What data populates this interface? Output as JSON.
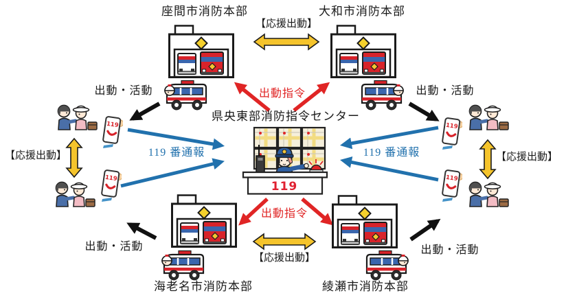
{
  "center": {
    "label": "県央東部消防指令センター",
    "desk_number": "119"
  },
  "stations": {
    "top_left": {
      "label": "座間市消防本部"
    },
    "top_right": {
      "label": "大和市消防本部"
    },
    "bottom_left": {
      "label": "海老名市消防本部"
    },
    "bottom_right": {
      "label": "綾瀬市消防本部"
    }
  },
  "labels": {
    "mutual_aid": "【応援出動】",
    "call_119": "119 番通報",
    "dispatch_order": "出動指令",
    "dispatch_activity": "出動・活動"
  },
  "phone": {
    "number": "119"
  },
  "colors": {
    "call_arrow_blue": "#2171ad",
    "order_arrow_red": "#e02525",
    "aid_arrow_yellow": "#f5c42c",
    "activity_arrow_black": "#111111",
    "truck_red": "#d8232a",
    "band_blue": "#3a66ae",
    "emblem_yellow": "#f5d02c"
  },
  "icons": {
    "fire_station": "white building with tower, yellow diamond emblem, garage with ambulance and fire engine",
    "ambulance": "side-view ambulance with firefighter in white helmet",
    "caller_group": "bystander giving first aid to injured person with bag",
    "phone_119": "smartphone dialing 119 held by hand",
    "command_console": "dispatcher with cap at 119 desk, map monitors, radio, alarm lamp"
  }
}
